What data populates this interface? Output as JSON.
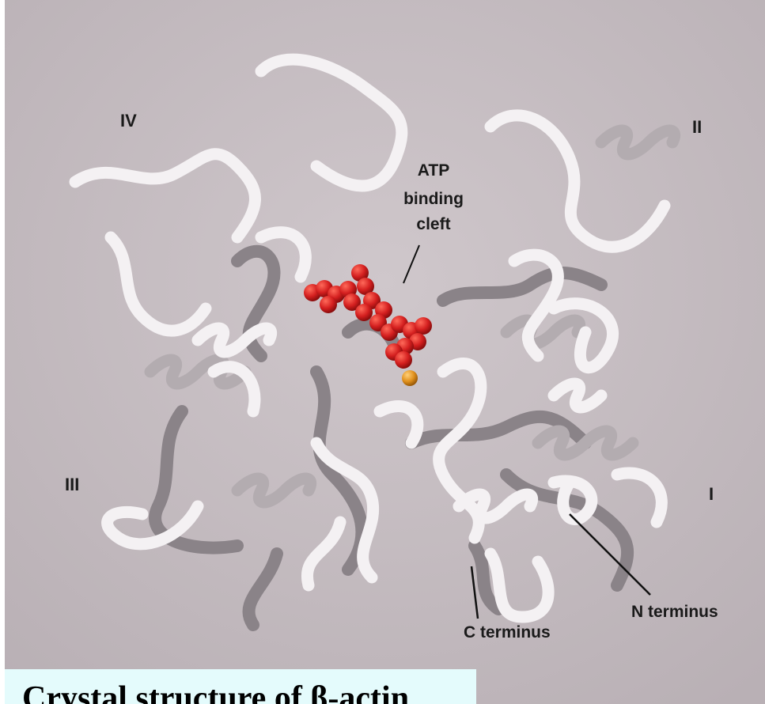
{
  "figure": {
    "domain_labels": [
      "IV",
      "II",
      "III",
      "I"
    ],
    "callouts": {
      "atp_cleft": [
        "ATP",
        "binding",
        "cleft"
      ],
      "n_terminus": "N terminus",
      "c_terminus": "C terminus"
    },
    "colors": {
      "background": "#c7bec3",
      "ribbon_light": "#f4f1f3",
      "ribbon_dark": "#8a8388",
      "atp": "#d41f1f",
      "metal_ion": "#e0901c",
      "caption_bg": "#e4fbfc"
    }
  },
  "caption": {
    "text": "Crystal structure of β-actin"
  }
}
